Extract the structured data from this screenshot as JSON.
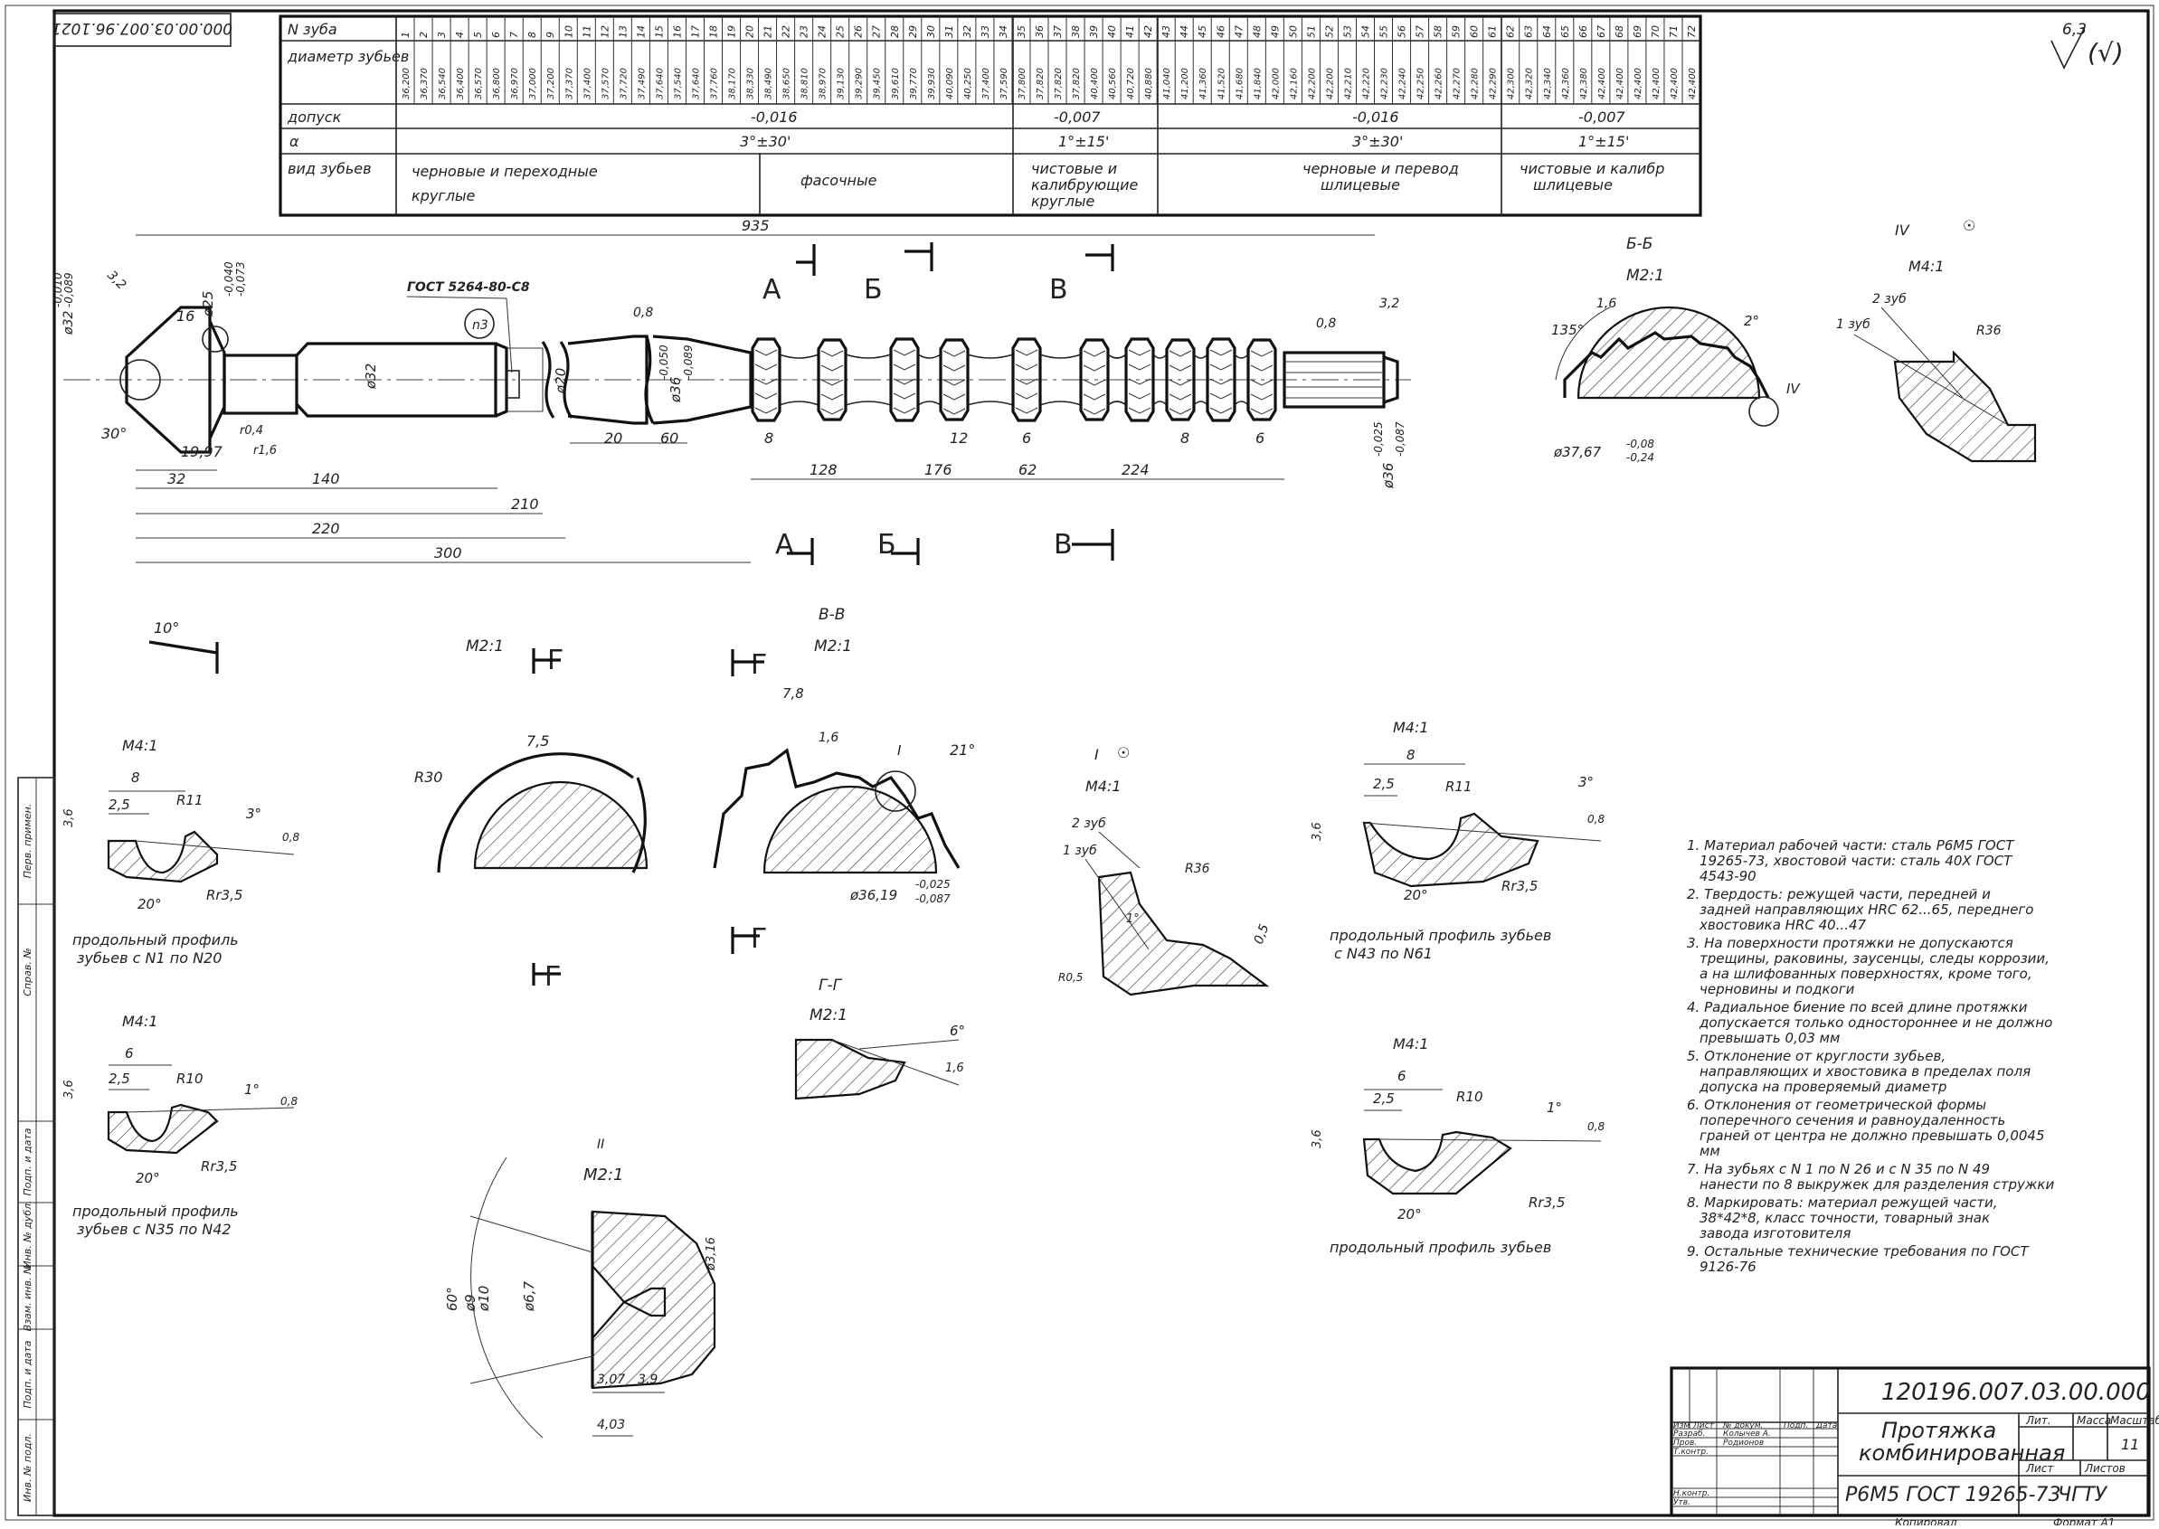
{
  "stamp_top_left": "000.00.03.007.96.1021",
  "table": {
    "headers": [
      "N зуба",
      "диаметр зубьев",
      "допуск",
      "α",
      "вид зубьев"
    ],
    "teeth_numbers": [
      "1",
      "2",
      "3",
      "4",
      "5",
      "6",
      "7",
      "8",
      "9",
      "10",
      "11",
      "12",
      "13",
      "14",
      "15",
      "16",
      "17",
      "18",
      "19",
      "20",
      "21",
      "22",
      "23",
      "24",
      "25",
      "26",
      "27",
      "28",
      "29",
      "30",
      "31",
      "32",
      "33",
      "34",
      "35",
      "36",
      "37",
      "38",
      "39",
      "40",
      "41",
      "42",
      "43",
      "44",
      "45",
      "46",
      "47",
      "48",
      "49",
      "50",
      "51",
      "52",
      "53",
      "54",
      "55",
      "56",
      "57",
      "58",
      "59",
      "60",
      "61",
      "62",
      "63",
      "64",
      "65",
      "66",
      "67",
      "68",
      "69",
      "70",
      "71",
      "72"
    ],
    "diameters": [
      "36,200",
      "36,370",
      "36,540",
      "36,400",
      "36,570",
      "36,800",
      "36,970",
      "37,000",
      "37,200",
      "37,370",
      "37,400",
      "37,570",
      "37,720",
      "37,490",
      "37,640",
      "37,540",
      "37,640",
      "37,760",
      "38,170",
      "38,330",
      "38,490",
      "38,650",
      "38,810",
      "38,970",
      "39,130",
      "39,290",
      "39,450",
      "39,610",
      "39,770",
      "39,930",
      "40,090",
      "40,250",
      "37,400",
      "37,590",
      "37,800",
      "37,820",
      "37,820",
      "37,820",
      "40,400",
      "40,560",
      "40,720",
      "40,880",
      "41,040",
      "41,200",
      "41,360",
      "41,520",
      "41,680",
      "41,840",
      "42,000",
      "42,160",
      "42,200",
      "42,200",
      "42,210",
      "42,220",
      "42,230",
      "42,240",
      "42,250",
      "42,260",
      "42,270",
      "42,280",
      "42,290",
      "42,300",
      "42,320",
      "42,340",
      "42,360",
      "42,380",
      "42,400",
      "42,400",
      "42,400",
      "42,400",
      "42,400",
      "42,400"
    ],
    "tolerances": [
      "-0,016",
      "-0,007",
      "-0,016",
      "-0,007"
    ],
    "alphas": [
      "3°±30'",
      "1°±15'",
      "3°±30'",
      "1°±15'"
    ],
    "types": [
      "черновые и переходные круглые",
      "фасочные",
      "чистовые и калибрующие круглые",
      "черновые и перевод шлицевые",
      "чистовые и калибр шлицевые"
    ]
  },
  "roughness": "6,3",
  "main_view": {
    "gost": "ГОСТ 5264-80-С8",
    "dims": [
      "935",
      "140",
      "210",
      "220",
      "300",
      "32",
      "19,97",
      "20",
      "60",
      "128",
      "176",
      "62",
      "224",
      "8",
      "12",
      "6",
      "8",
      "6",
      "30°",
      "16",
      "ø25",
      "ø32",
      "ø20",
      "ø36",
      "ø36",
      "3,2",
      "3,2",
      "0,8",
      "0,8",
      "r0,4",
      "r1,6",
      "n3"
    ],
    "tol_shank": [
      "-0,010",
      "-0,089"
    ],
    "tol_shank2": [
      "-0,040",
      "-0,073"
    ],
    "tol_neck": [
      "-0,050",
      "-0,089"
    ],
    "tol_rear": [
      "-0,025",
      "-0,087"
    ],
    "section_letters": [
      "А",
      "Б",
      "В",
      "А",
      "Б",
      "В"
    ]
  },
  "section_bb": {
    "title": "Б-Б",
    "scale": "М2:1",
    "dims": [
      "135°",
      "1,6",
      "2°",
      "ø37,67"
    ],
    "tol": [
      "-0,08",
      "-0,24"
    ],
    "mark": "IV"
  },
  "view_iv": {
    "title": "IV",
    "scale": "М4:1",
    "labels": [
      "2 зуб",
      "1 зуб",
      "R36"
    ]
  },
  "angle_note": "10°",
  "view_m21": {
    "scale": "М2:1",
    "dims": [
      "7,5",
      "R30"
    ],
    "letter": "Г"
  },
  "section_vv": {
    "title": "В-В",
    "scale": "М2:1",
    "dims": [
      "7,8",
      "1,6",
      "21°",
      "ø36,19"
    ],
    "tol": [
      "-0,025",
      "-0,087"
    ],
    "mark": "I",
    "letter": "Г"
  },
  "view_i": {
    "title": "I",
    "scale": "М4:1",
    "labels": [
      "2 зуб",
      "1 зуб",
      "R36",
      "1°",
      "0,5",
      "R0,5"
    ]
  },
  "section_gg": {
    "title": "Г-Г",
    "scale": "М2:1",
    "dims": [
      "6°",
      "1,6"
    ]
  },
  "profile1": {
    "scale": "М4:1",
    "dims": [
      "8",
      "2,5",
      "R11",
      "3°",
      "0,8",
      "3,6",
      "20°",
      "Rr3,5"
    ],
    "caption": [
      "продольный профиль",
      "зубьев с N1 по N20"
    ]
  },
  "profile2": {
    "scale": "М4:1",
    "dims": [
      "6",
      "2,5",
      "R10",
      "1°",
      "0,8",
      "3,6",
      "20°",
      "Rr3,5"
    ],
    "caption": [
      "продольный профиль",
      "зубьев с N35 по N42"
    ]
  },
  "profile3": {
    "scale": "М4:1",
    "dims": [
      "8",
      "2,5",
      "R11",
      "3°",
      "0,8",
      "3,6",
      "20°",
      "Rr3,5"
    ],
    "caption": [
      "продольный профиль зубьев",
      "с N43 по N61"
    ]
  },
  "profile4": {
    "scale": "М4:1",
    "dims": [
      "6",
      "2,5",
      "R10",
      "1°",
      "0,8",
      "3,6",
      "20°",
      "Rr3,5"
    ],
    "caption": [
      "продольный профиль зубьев"
    ]
  },
  "center_view": {
    "title": "II",
    "scale": "М2:1",
    "dims": [
      "ø9",
      "ø10",
      "ø6,7",
      "60°",
      "3,07",
      "3,9",
      "4,03",
      "ø3,16"
    ]
  },
  "notes": [
    "1. Материал рабочей части: сталь Р6М5 ГОСТ 19265-73, хвостовой части: сталь 40Х ГОСТ 4543-90",
    "2. Твердость: режущей части, передней и задней направляющих HRC 62...65, переднего хвостовика HRC 40...47",
    "3. На поверхности протяжки не допускаются трещины, раковины, заусенцы, следы коррозии, а на шлифованных поверхностях, кроме того, черновины и подкоги",
    "4. Радиальное биение по всей длине протяжки допускается только одностороннее и не должно превышать 0,03 мм",
    "5. Отклонение от круглости зубьев, направляющих и хвостовика в пределах поля допуска на проверяемый диаметр",
    "6. Отклонения от геометрической формы поперечного сечения и равноудаленность граней от центра не должно превышать 0,0045 мм",
    "7. На зубьях с N 1 по N 26 и с N 35 по N 49 нанести по 8 выкружек для разделения стружки",
    "8. Маркировать: материал режущей части, 38*42*8, класс точности, товарный знак завода изготовителя",
    "9. Остальные технические требования по ГОСТ 9126-76"
  ],
  "title_block": {
    "doc_number": "120196.007.03.00.000",
    "name_line1": "Протяжка",
    "name_line2": "комбинированная",
    "material": "Р6М5 ГОСТ 19265-73",
    "org": "ЧГТУ",
    "sheet_no": "11",
    "cols": [
      "Изм",
      "Лист",
      "№ докум.",
      "Подп.",
      "Дата"
    ],
    "roles": [
      "Разраб.",
      "Пров.",
      "Т.контр.",
      "Н.контр.",
      "Утв."
    ],
    "names": [
      "Колычев А.",
      "Родионов"
    ],
    "right_headers": [
      "Лит.",
      "Масса",
      "Масштаб",
      "Лист",
      "Листов"
    ],
    "copy": "Копировал",
    "format": "Формат А1"
  },
  "side_strip": [
    "Перв. примен.",
    "Справ. №",
    "Подп. и дата",
    "Инв. № дубл.",
    "Взам. инв. №",
    "Подп. и дата",
    "Инв. № подл."
  ]
}
